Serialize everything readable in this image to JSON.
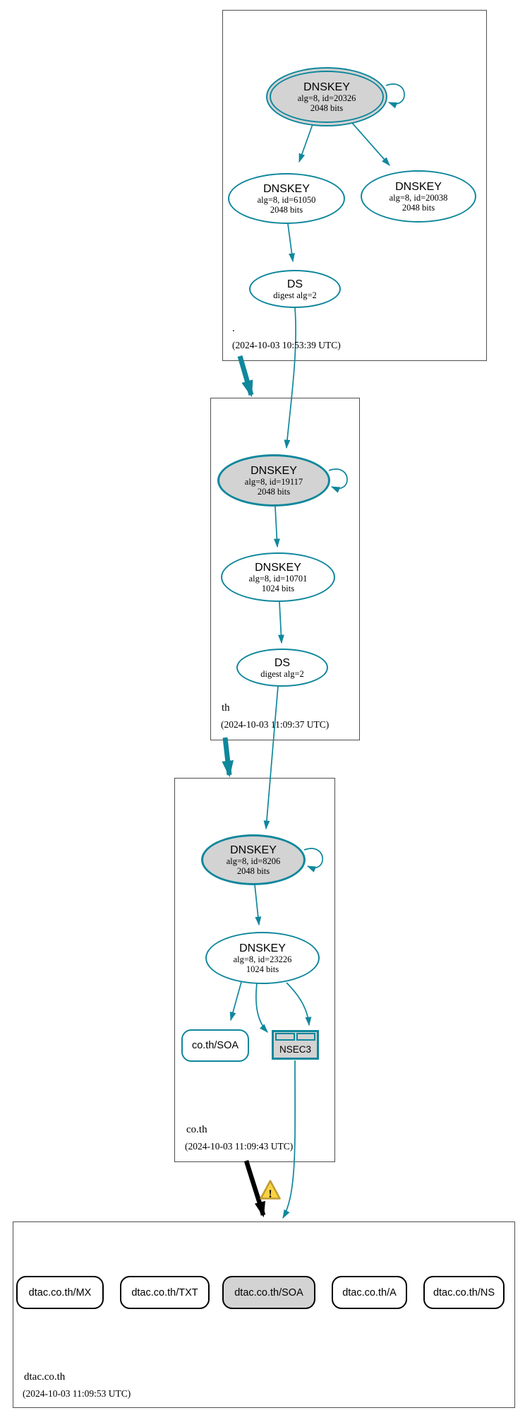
{
  "colors": {
    "edge_teal": "#0f879c",
    "node_gray_fill": "#d3d3d3",
    "zone_border_gray": "#4f4f4f",
    "delegation_warning_black": "#000000",
    "warning_fill": "#f9d342",
    "warning_border": "#bf9b30"
  },
  "zones": [
    {
      "label": ".",
      "timestamp": "(2024-10-03 10:53:39 UTC)"
    },
    {
      "label": "th",
      "timestamp": "(2024-10-03 11:09:37 UTC)"
    },
    {
      "label": "co.th",
      "timestamp": "(2024-10-03 11:09:43 UTC)"
    },
    {
      "label": "dtac.co.th",
      "timestamp": "(2024-10-03 11:09:53 UTC)"
    }
  ],
  "nodes": {
    "root_ksk": {
      "title": "DNSKEY",
      "detail1": "alg=8, id=20326",
      "detail2": "2048 bits"
    },
    "root_zsk": {
      "title": "DNSKEY",
      "detail1": "alg=8, id=61050",
      "detail2": "2048 bits"
    },
    "root_key3": {
      "title": "DNSKEY",
      "detail1": "alg=8, id=20038",
      "detail2": "2048 bits"
    },
    "root_ds": {
      "title": "DS",
      "detail1": "digest alg=2"
    },
    "th_ksk": {
      "title": "DNSKEY",
      "detail1": "alg=8, id=19117",
      "detail2": "2048 bits"
    },
    "th_zsk": {
      "title": "DNSKEY",
      "detail1": "alg=8, id=10701",
      "detail2": "1024 bits"
    },
    "th_ds": {
      "title": "DS",
      "detail1": "digest alg=2"
    },
    "coth_ksk": {
      "title": "DNSKEY",
      "detail1": "alg=8, id=8206",
      "detail2": "2048 bits"
    },
    "coth_zsk": {
      "title": "DNSKEY",
      "detail1": "alg=8, id=23226",
      "detail2": "1024 bits"
    },
    "coth_soa": {
      "title": "co.th/SOA"
    },
    "coth_nsec3": {
      "title": "NSEC3"
    },
    "dtac_mx": {
      "title": "dtac.co.th/MX"
    },
    "dtac_txt": {
      "title": "dtac.co.th/TXT"
    },
    "dtac_soa": {
      "title": "dtac.co.th/SOA"
    },
    "dtac_a": {
      "title": "dtac.co.th/A"
    },
    "dtac_ns": {
      "title": "dtac.co.th/NS"
    }
  },
  "warning": {
    "glyph": "!"
  }
}
